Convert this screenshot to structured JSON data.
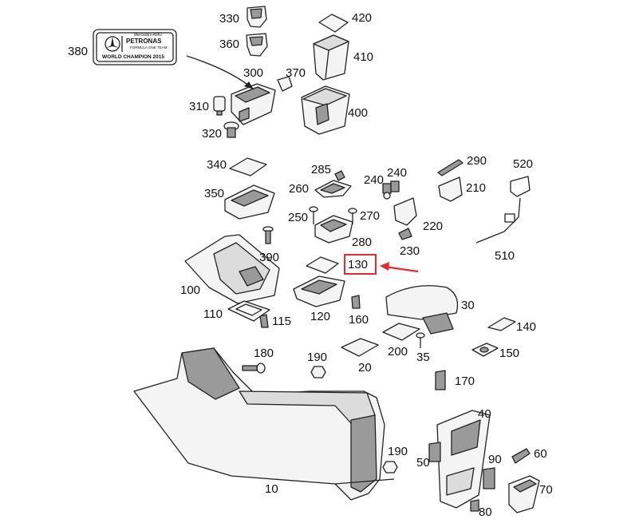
{
  "colors": {
    "line": "#222222",
    "part_fill": "#f4f4f4",
    "part_dark": "#9a9a9a",
    "highlight": "#e52b2b"
  },
  "callouts": {
    "p330": "330",
    "p420": "420",
    "p360": "360",
    "p410": "410",
    "p380": "380",
    "p300": "300",
    "p370": "370",
    "p310": "310",
    "p400": "400",
    "p320": "320",
    "p340": "340",
    "p285": "285",
    "p240a": "240",
    "p240b": "240",
    "p290": "290",
    "p520": "520",
    "p260": "260",
    "p210": "210",
    "p350": "350",
    "p250": "250",
    "p270": "270",
    "p220": "220",
    "p280": "280",
    "p230": "230",
    "p510": "510",
    "p390": "390",
    "p130": "130",
    "p100": "100",
    "p30": "30",
    "p110": "110",
    "p115": "115",
    "p120": "120",
    "p160": "160",
    "p140": "140",
    "p180": "180",
    "p190a": "190",
    "p200": "200",
    "p35": "35",
    "p150": "150",
    "p20": "20",
    "p170": "170",
    "p40": "40",
    "p190b": "190",
    "p50": "50",
    "p90": "90",
    "p60": "60",
    "p70": "70",
    "p10": "10",
    "p80": "80"
  },
  "badge": {
    "brand_small": "Mercedes-AMG",
    "brand": "PETRONAS",
    "sub": "FORMULA ONE TEAM",
    "title": "WORLD CHAMPION 2015"
  },
  "highlighted_part": "130"
}
